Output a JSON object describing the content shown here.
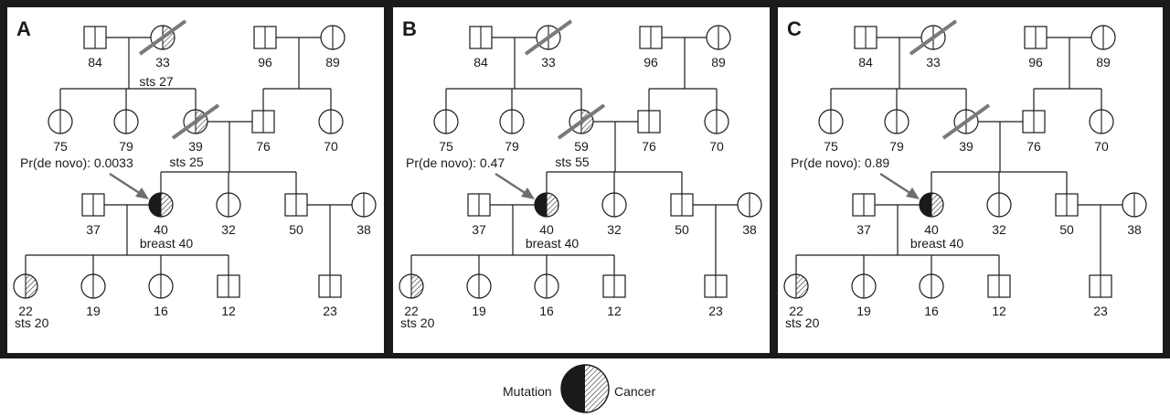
{
  "colors": {
    "frame": "#1b1a1b",
    "deceased_slash": "#7a7a7a",
    "arrow": "#6e6e6e",
    "line": "#1b1a1b"
  },
  "panels": [
    {
      "letter": "A",
      "ages": {
        "gp1_m": "84",
        "gp1_f": "33",
        "gp2_m": "96",
        "gp2_f": "89",
        "aunt1": "75",
        "aunt2": "79",
        "mother": "39",
        "father": "76",
        "aunt3": "70",
        "husband": "37",
        "proband": "40",
        "sister": "32",
        "brother": "50",
        "sil": "38",
        "child1": "22",
        "child2": "19",
        "child3": "16",
        "child4": "12",
        "nephew": "23"
      },
      "notes": {
        "gp1_f": "sts 27",
        "mother": "sts 25",
        "proband": "breast 40",
        "child1": "sts 20"
      },
      "prob_label": "Pr(de novo): 0.0033",
      "gp1_f_cancer": true,
      "mother_cancer": true
    },
    {
      "letter": "B",
      "ages": {
        "gp1_m": "84",
        "gp1_f": "33",
        "gp2_m": "96",
        "gp2_f": "89",
        "aunt1": "75",
        "aunt2": "79",
        "mother": "59",
        "father": "76",
        "aunt3": "70",
        "husband": "37",
        "proband": "40",
        "sister": "32",
        "brother": "50",
        "sil": "38",
        "child1": "22",
        "child2": "19",
        "child3": "16",
        "child4": "12",
        "nephew": "23"
      },
      "notes": {
        "gp1_f": "",
        "mother": "sts 55",
        "proband": "breast 40",
        "child1": "sts 20"
      },
      "prob_label": "Pr(de novo): 0.47",
      "gp1_f_cancer": false,
      "mother_cancer": true
    },
    {
      "letter": "C",
      "ages": {
        "gp1_m": "84",
        "gp1_f": "33",
        "gp2_m": "96",
        "gp2_f": "89",
        "aunt1": "75",
        "aunt2": "79",
        "mother": "39",
        "father": "76",
        "aunt3": "70",
        "husband": "37",
        "proband": "40",
        "sister": "32",
        "brother": "50",
        "sil": "38",
        "child1": "22",
        "child2": "19",
        "child3": "16",
        "child4": "12",
        "nephew": "23"
      },
      "notes": {
        "gp1_f": "",
        "mother": "",
        "proband": "breast 40",
        "child1": "sts 20"
      },
      "prob_label": "Pr(de novo): 0.89",
      "gp1_f_cancer": false,
      "mother_cancer": false
    }
  ],
  "legend": {
    "left": "Mutation",
    "right": "Cancer"
  }
}
